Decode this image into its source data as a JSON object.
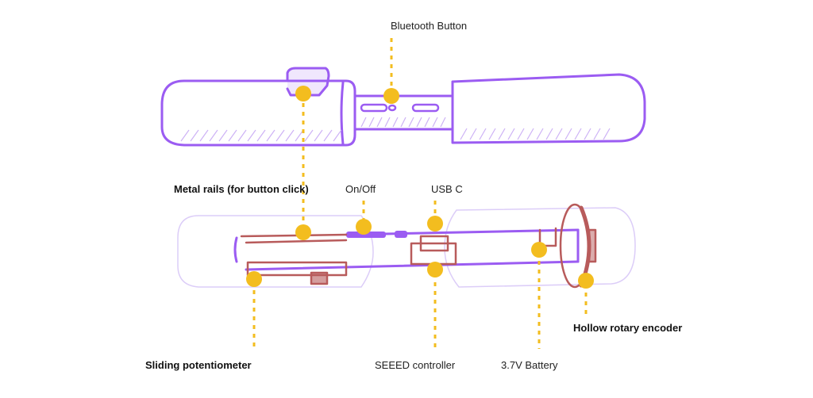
{
  "colors": {
    "sketch_purple": "#9b5cf2",
    "sketch_light_purple": "#d9c8f7",
    "sketch_red": "#b85b5b",
    "marker_yellow": "#f3bd1f",
    "text": "#1f1f1f"
  },
  "labels": {
    "bluetooth_button": "Bluetooth Button",
    "metal_rails": "Metal rails (for button click)",
    "on_off": "On/Off",
    "usb_c": "USB C",
    "hollow_rotary_encoder": "Hollow rotary encoder",
    "sliding_potentiometer": "Sliding potentiometer",
    "seeed_controller": "SEEED controller",
    "battery": "3.7V Battery"
  }
}
